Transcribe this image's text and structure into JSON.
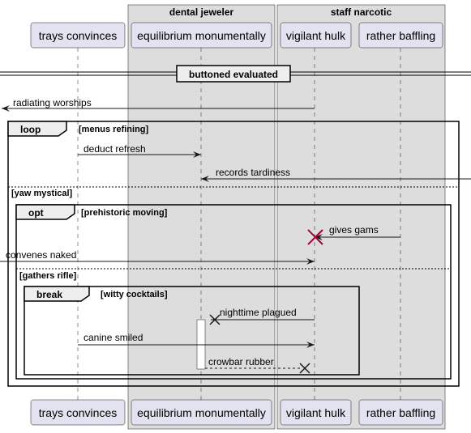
{
  "boxes": {
    "dental": {
      "title": "dental jeweler"
    },
    "staff": {
      "title": "staff narcotic"
    }
  },
  "participants": {
    "trays": "trays convinces",
    "equilibrium": "equilibrium monumentally",
    "vigilant": "vigilant hulk",
    "rather": "rather baffling"
  },
  "divider": {
    "label": "buttoned evaluated"
  },
  "messages": {
    "m1": "radiating worships",
    "m2": "deduct refresh",
    "m3": "records tardiness",
    "m4": "gives gams",
    "m5": "convenes naked",
    "m6": "nighttime plagued",
    "m7": "canine smiled",
    "m8": "crowbar rubber"
  },
  "fragments": {
    "loop": {
      "kind": "loop",
      "guard": "[menus refining]",
      "else_guard": "[yaw mystical]"
    },
    "opt": {
      "kind": "opt",
      "guard": "[prehistoric moving]",
      "else_guard": "[gathers rifle]"
    },
    "brk": {
      "kind": "break",
      "guard": "[witty cocktails]"
    }
  },
  "colors": {
    "participant_fill": "#e2e2f0",
    "box_fill": "#dddddd",
    "destroy_red": "#a80036"
  }
}
